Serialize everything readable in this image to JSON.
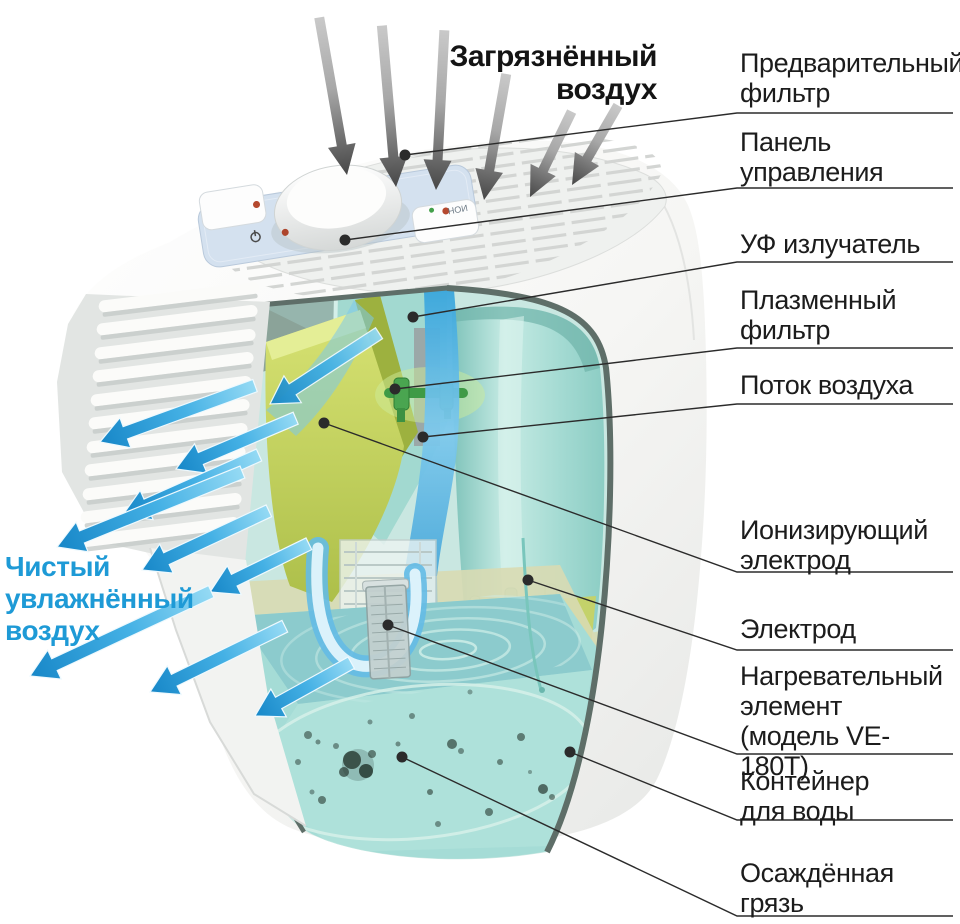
{
  "top_label": {
    "text": "Загрязнённый\nвоздух"
  },
  "left_label": {
    "text": "Чистый\nувлажнённый\nвоздух"
  },
  "panel": {
    "micro_label": "ИОН"
  },
  "callouts": [
    {
      "id": "pre-filter",
      "text": "Предварительный\nфильтр"
    },
    {
      "id": "control-panel",
      "text": "Панель\nуправления"
    },
    {
      "id": "uv-emitter",
      "text": "УФ излучатель"
    },
    {
      "id": "plasma-filter",
      "text": "Плазменный\nфильтр"
    },
    {
      "id": "air-flow",
      "text": "Поток воздуха"
    },
    {
      "id": "ionizing-electrode",
      "text": "Ионизирующий\nэлектрод"
    },
    {
      "id": "electrode",
      "text": "Электрод"
    },
    {
      "id": "heating-element",
      "text": "Нагревательный\nэлемент\n(модель VE-180T)"
    },
    {
      "id": "water-container",
      "text": "Контейнер\nдля воды"
    },
    {
      "id": "settled-dirt",
      "text": "Осаждённая\nгрязь"
    }
  ],
  "colors": {
    "label_text": "#1c1c1c",
    "polluted_label": "#141414",
    "clean_air_blue": "#1e9ad6",
    "leader_line": "#2b2b2b",
    "arrow_blue": "#1b8ecf",
    "arrow_gray": "#4c4c4c",
    "body_white": "#f4f4f2",
    "panel_blue": "#d4e1ef",
    "interior_teal": "#a9dcd4",
    "filter_olive": "#c2d360",
    "water_teal": "#8ccbcd"
  }
}
